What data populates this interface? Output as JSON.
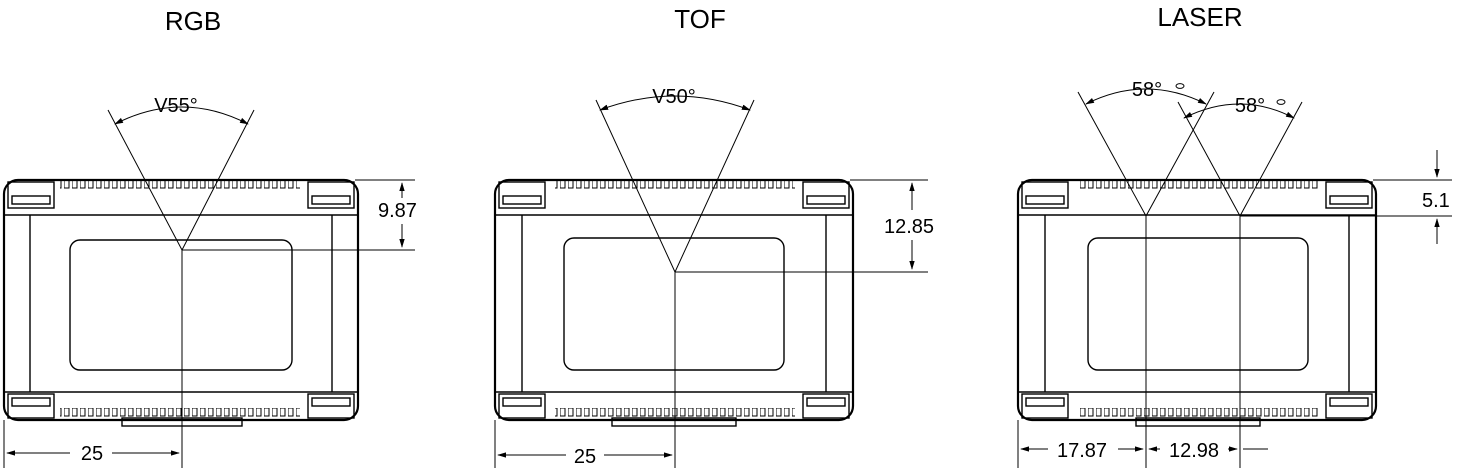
{
  "views": [
    {
      "id": "rgb",
      "title": "RGB",
      "angle_label": "V55°",
      "height_label": "9.87",
      "offset_label": "25"
    },
    {
      "id": "tof",
      "title": "TOF",
      "angle_label": "V50°",
      "height_label": "12.85",
      "offset_label": "25"
    },
    {
      "id": "laser",
      "title": "LASER",
      "angle_left_label": "58°",
      "angle_right_label": "58°",
      "height_label": "5.1",
      "offset_left_label": "17.87",
      "offset_right_label": "12.98"
    }
  ]
}
